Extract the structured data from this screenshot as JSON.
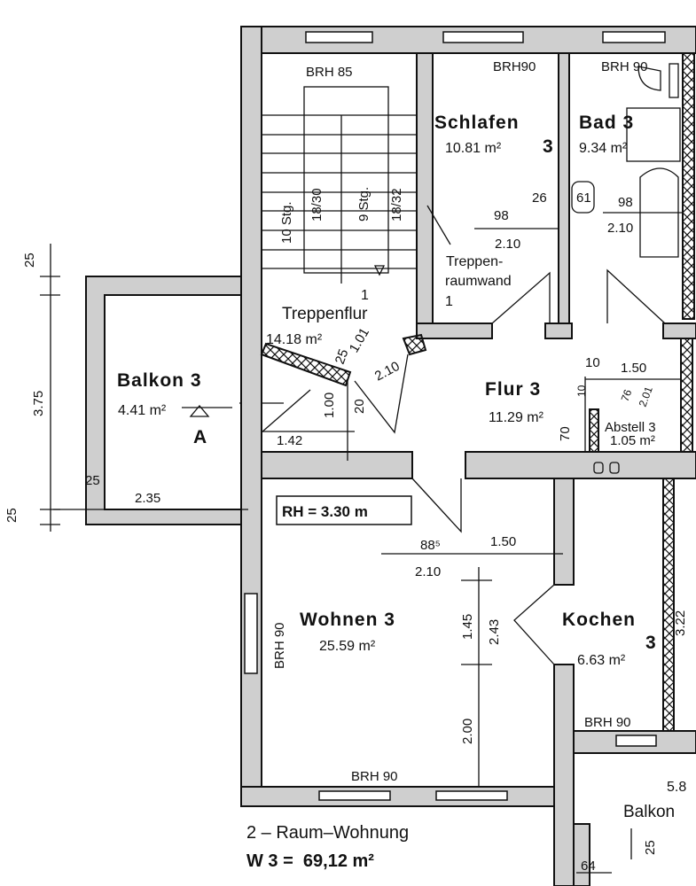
{
  "rooms": {
    "schlafen": {
      "name": "Schlafen",
      "num": "3",
      "area": "10.81 m²"
    },
    "bad": {
      "name": "Bad 3",
      "area": "9.34 m²"
    },
    "treppenflur": {
      "num": "1",
      "name": "Treppenflur",
      "area": "14.18 m²"
    },
    "balkon": {
      "name": "Balkon 3",
      "area": "4.41 m²",
      "marker": "A"
    },
    "flur": {
      "name": "Flur 3",
      "area": "11.29 m²"
    },
    "abstell": {
      "name": "Abstell 3",
      "area": "1.05 m²"
    },
    "wohnen": {
      "name": "Wohnen 3",
      "area": "25.59 m²"
    },
    "kochen": {
      "name": "Kochen",
      "num": "3",
      "area": "6.63 m²"
    },
    "balkon_right": {
      "name": "Balkon",
      "area": "5.8"
    }
  },
  "treppenraumwand": [
    "Treppen-",
    "raumwand",
    "1"
  ],
  "stairs": {
    "left_count": "10 Stg.",
    "left_ratio": "18/30",
    "right_count": "9 Stg.",
    "right_ratio": "18/32"
  },
  "brh": {
    "stair": "BRH 85",
    "schlafen": "BRH90",
    "bad": "BRH 90",
    "wohnen_left": "BRH 90",
    "wohnen_bottom": "BRH 90",
    "kochen": "BRH 90"
  },
  "ceiling_height": "RH = 3.30 m",
  "dimensions": {
    "balkon_top": "25",
    "balkon_height": "3.75",
    "balkon_bottom": "25",
    "balkon_side": "25",
    "balkon_width": "2.35",
    "schlafen_98": "98",
    "schlafen_26": "26",
    "schlafen_210": "2.10",
    "bad_61": "61",
    "bad_98": "98",
    "bad_210": "2.10",
    "stair_25": "25",
    "stair_101": "1.01",
    "stair_210": "2.10",
    "stair_100": "1.00",
    "stair_20": "20",
    "stair_142": "1.42",
    "flur_10": "10",
    "flur_150": "1.50",
    "flur_10b": "10",
    "flur_76": "76",
    "flur_201": "2.01",
    "flur_70": "70",
    "wohnen_885": "88⁵",
    "wohnen_150": "1.50",
    "wohnen_210": "2.10",
    "wohnen_145": "1.45",
    "wohnen_243": "2.43",
    "wohnen_200": "2.00",
    "kochen_322": "3.22",
    "balkon_r_25": "25",
    "balkon_r_64": "64"
  },
  "summary": {
    "type": "2 – Raum–Wohnung",
    "total": "W 3 =  69,12 m²"
  }
}
